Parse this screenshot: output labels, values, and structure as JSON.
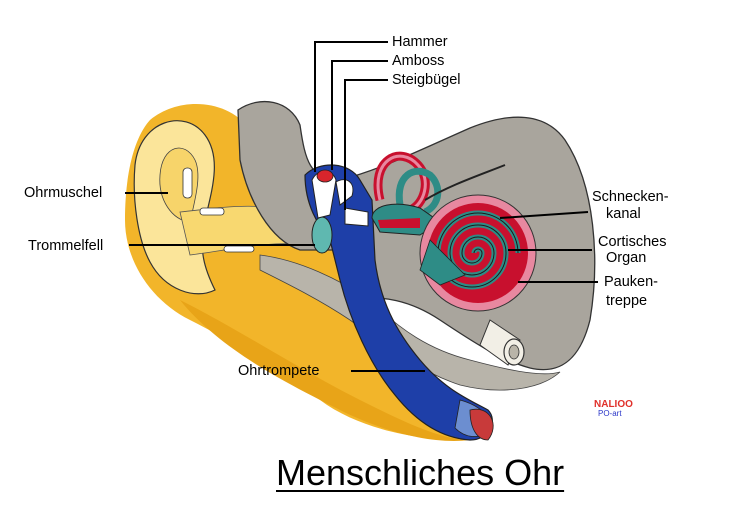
{
  "title": "Menschliches Ohr",
  "labels": {
    "hammer": "Hammer",
    "amboss": "Amboss",
    "steigbuegel": "Steigbügel",
    "ohrmuschel": "Ohrmuschel",
    "trommelfell": "Trommelfell",
    "schneckenkanal_1": "Schnecken-",
    "schneckenkanal_2": "kanal",
    "cortisches_1": "Cortisches",
    "cortisches_2": "Organ",
    "paukentreppe_1": "Pauken-",
    "paukentreppe_2": "treppe",
    "ohrtrompete": "Ohrtrompete"
  },
  "logo": {
    "line1": "NALIOO",
    "line2": "PO-art"
  },
  "colors": {
    "skin": "#f4c030",
    "bone": "#a8a49c",
    "canal_blue": "#1e3fa8",
    "cochlea_red": "#c8102e",
    "cochlea_pink": "#e888a0",
    "teal": "#2e8c86"
  }
}
